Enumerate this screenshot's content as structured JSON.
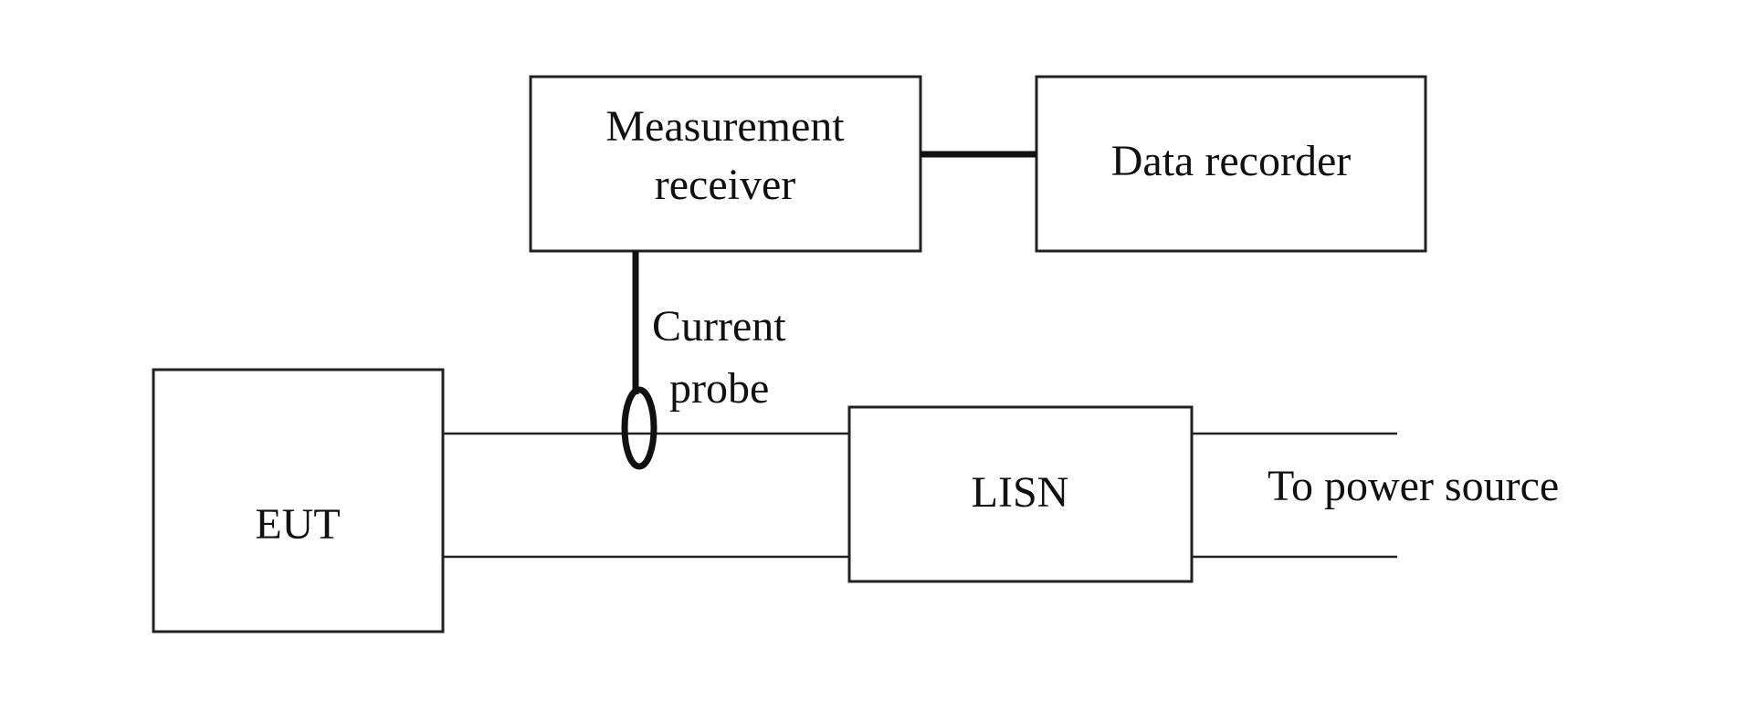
{
  "diagram": {
    "blocks": {
      "measurement_receiver": [
        "Measurement",
        "receiver"
      ],
      "data_recorder": "Data recorder",
      "eut": "EUT",
      "lisn": "LISN"
    },
    "labels": {
      "current_probe": [
        "Current",
        "probe"
      ],
      "to_power_source": "To power source"
    },
    "colors": {
      "line": "#222222",
      "background": "#ffffff"
    }
  }
}
